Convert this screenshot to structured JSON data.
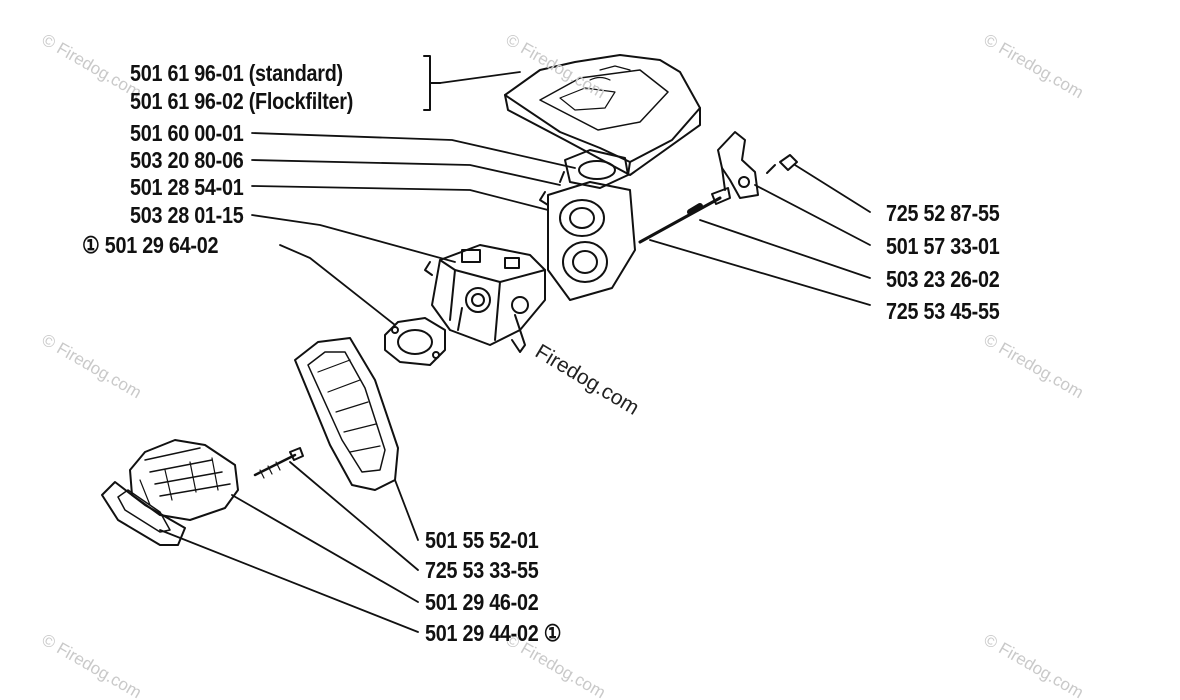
{
  "part_labels": {
    "air_filter_standard": "501 61 96-01 (standard)",
    "air_filter_flockfilter": "501 61 96-02 (Flockfilter)",
    "gasket_top": "501 60 00-01",
    "p_503_20_80_06": "503 20 80-06",
    "p_501_28_54_01": "501 28 54-01",
    "p_503_28_01_15": "503 28 01-15",
    "carb_gasket": "501 29 64-02",
    "carb_gasket_marker": "①",
    "screw_725_52_87_55": "725 52 87-55",
    "bracket_501_57_33_01": "501 57 33-01",
    "rod_503_23_26_02": "503 23 26-02",
    "screw_725_53_45_55": "725 53 45-55",
    "intake_501_55_52_01": "501 55 52-01",
    "screw_725_53_33_55": "725 53 33-55",
    "block_501_29_46_02": "501 29 46-02",
    "gasket_501_29_44_02": "501 29 44-02",
    "gasket_marker": "①"
  },
  "watermark": {
    "text": "© Firedog.com",
    "center_text": "Firedog.com"
  },
  "colors": {
    "ink": "#111111",
    "watermark": "#c9c9c9",
    "background": "#ffffff"
  }
}
